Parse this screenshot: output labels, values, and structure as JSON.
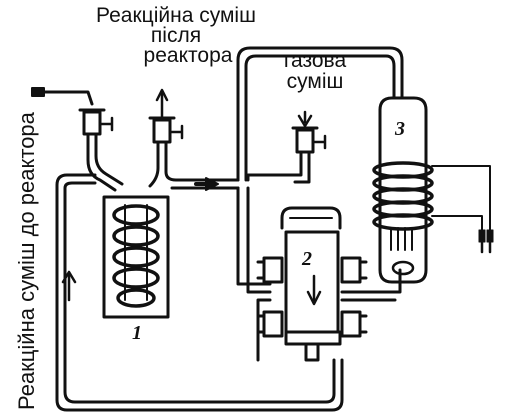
{
  "labels": {
    "after_reactor_line1": "Реакційна суміш",
    "after_reactor_line2": "після",
    "after_reactor_line3": "реактора",
    "gas_mixture_line1": "газова",
    "gas_mixture_line2": "суміш",
    "before_reactor": "Реакційна суміш до реактора"
  },
  "components": {
    "reactor_number": "1",
    "pump_number": "2",
    "heater_number": "3"
  }
}
